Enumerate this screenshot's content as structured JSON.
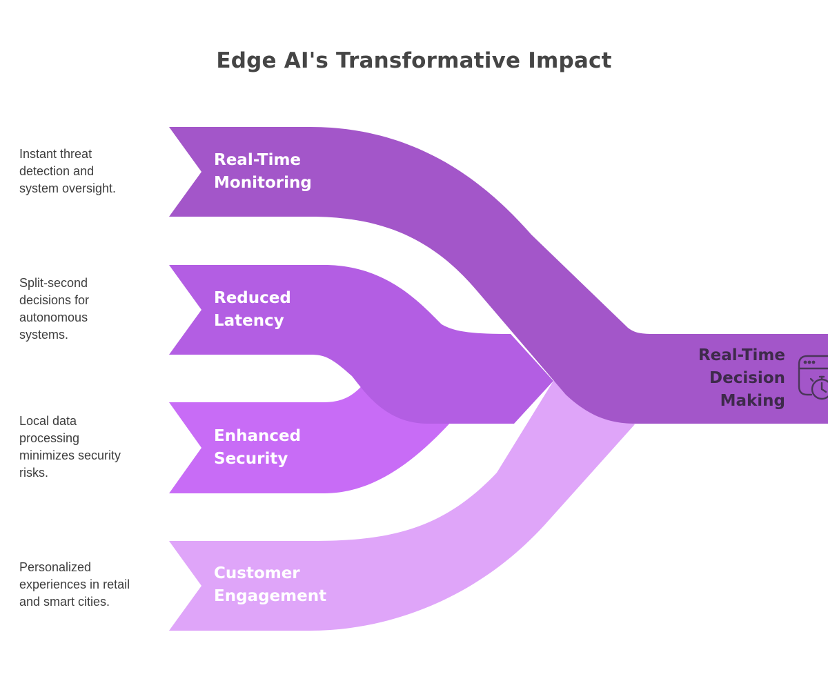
{
  "title": "Edge AI's Transformative Impact",
  "colors": {
    "monitoring": "#a356c9",
    "latency": "#b35ee3",
    "security": "#c86cf6",
    "engagement": "#dfa5f9",
    "outcome": "#a356c9",
    "icon_stroke": "#4a3659"
  },
  "inputs": [
    {
      "name": "monitoring",
      "label": [
        "Real-Time",
        "Monitoring"
      ],
      "description": [
        "Instant threat",
        "detection and",
        "system oversight."
      ]
    },
    {
      "name": "latency",
      "label": [
        "Reduced",
        "Latency"
      ],
      "description": [
        "Split-second",
        "decisions for",
        "autonomous",
        "systems."
      ]
    },
    {
      "name": "security",
      "label": [
        "Enhanced",
        "Security"
      ],
      "description": [
        "Local data",
        "processing",
        "minimizes security",
        "risks."
      ]
    },
    {
      "name": "engagement",
      "label": [
        "Customer",
        "Engagement"
      ],
      "description": [
        "Personalized",
        "experiences in retail",
        "and smart cities."
      ]
    }
  ],
  "outcome": {
    "label": [
      "Real-Time",
      "Decision",
      "Making"
    ],
    "icon": "browser-stopwatch-icon"
  }
}
